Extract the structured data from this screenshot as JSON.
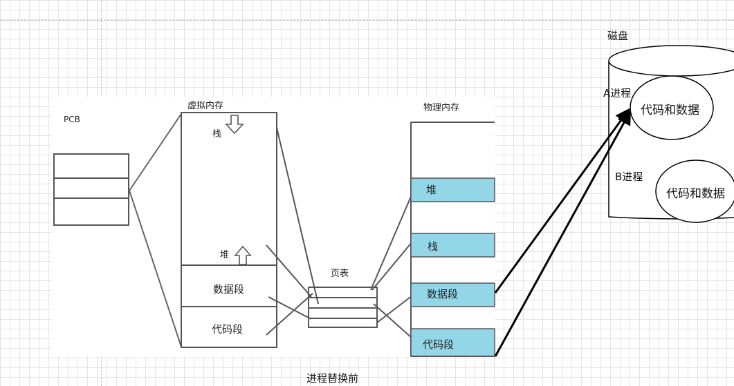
{
  "caption": "进程替换前",
  "pcb": {
    "label": "PCB"
  },
  "virtual_memory": {
    "title": "虚拟内存",
    "stack": "栈",
    "heap": "堆",
    "data": "数据段",
    "code": "代码段"
  },
  "page_table": {
    "title": "页表"
  },
  "physical_memory": {
    "title": "物理内存",
    "heap": "堆",
    "stack": "栈",
    "data": "数据段",
    "code": "代码段"
  },
  "disk": {
    "title": "磁盘",
    "process_a": {
      "label": "A进程",
      "content": "代码和数据"
    },
    "process_b": {
      "label": "B进程",
      "content": "代码和数据"
    }
  },
  "colors": {
    "segment_fill": "#92d6e8",
    "line": "#444444",
    "arrow": "#000000"
  }
}
